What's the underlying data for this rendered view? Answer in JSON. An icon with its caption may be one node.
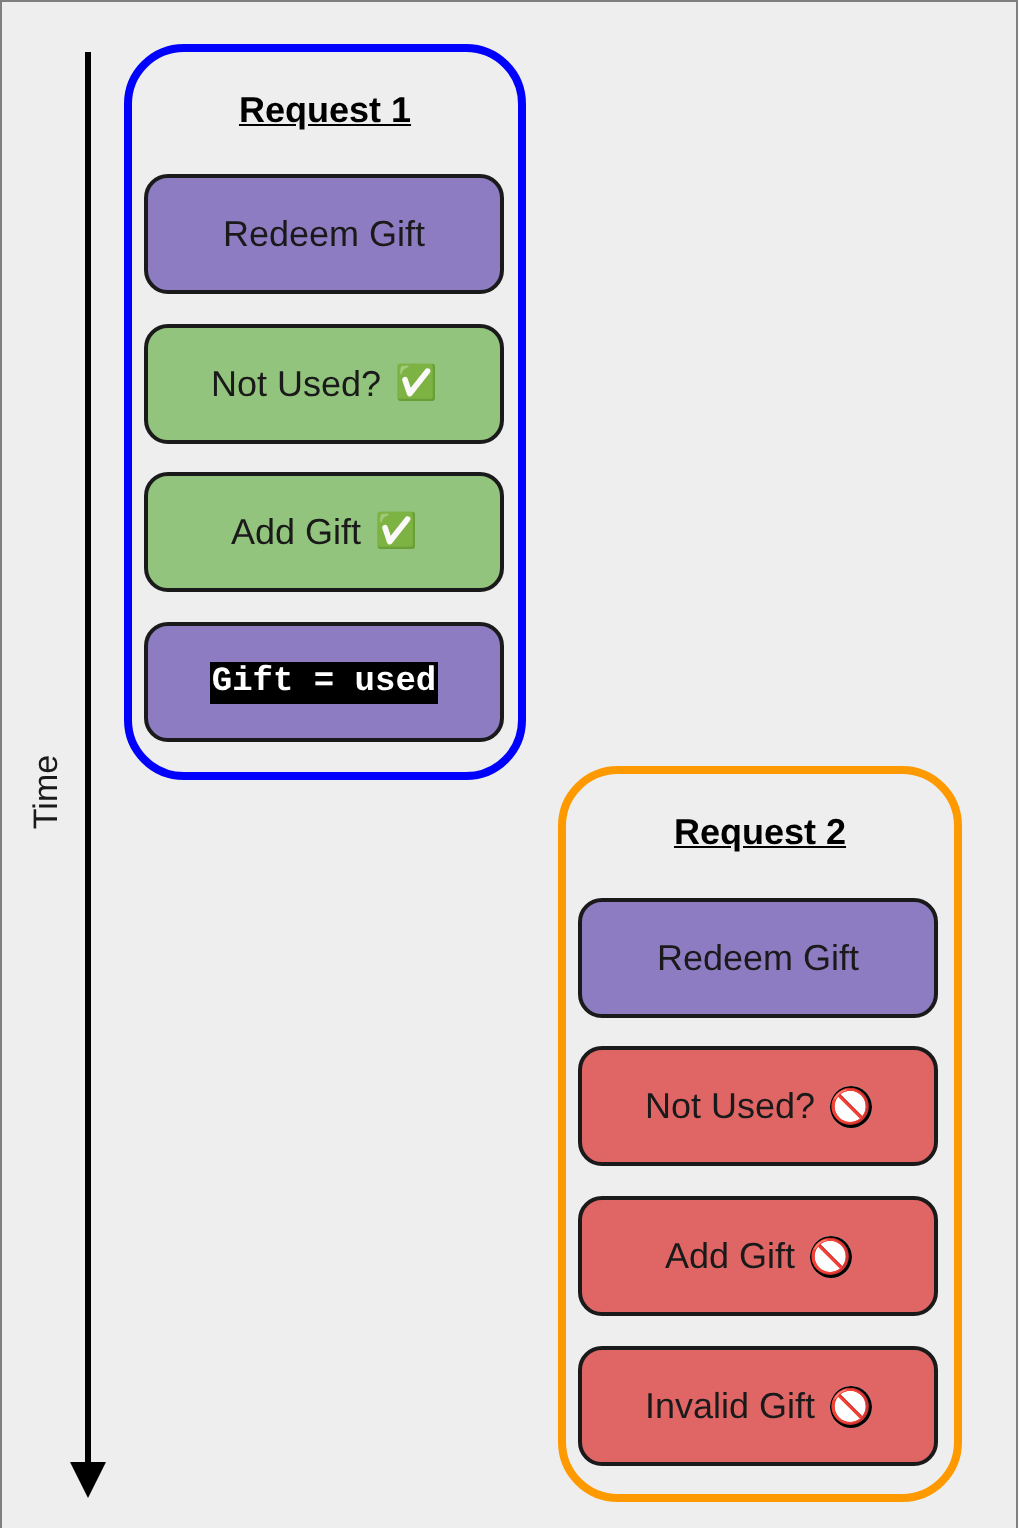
{
  "diagram": {
    "nodes": [
      {
        "text": [
          "Request 1"
        ]
      },
      {
        "text": [
          "Redeem Gift"
        ],
        "in": 0
      },
      {
        "text": [
          "Not Used? ✅"
        ],
        "in": 0
      },
      {
        "text": [
          "Add Gift ✅"
        ],
        "in": 0
      },
      {
        "text": [
          "Gift = used"
        ],
        "in": 0
      },
      {
        "text": [
          "Request 2"
        ]
      },
      {
        "text": [
          "Redeem Gift"
        ],
        "in": 5
      },
      {
        "text": [
          "Not Used? 🚫"
        ],
        "in": 5
      },
      {
        "text": [
          "Add Gift 🚫"
        ],
        "in": 5
      },
      {
        "text": [
          "Invalid Gift 🚫"
        ],
        "in": 5
      }
    ],
    "edges": [],
    "labels": [
      "Time"
    ]
  }
}
